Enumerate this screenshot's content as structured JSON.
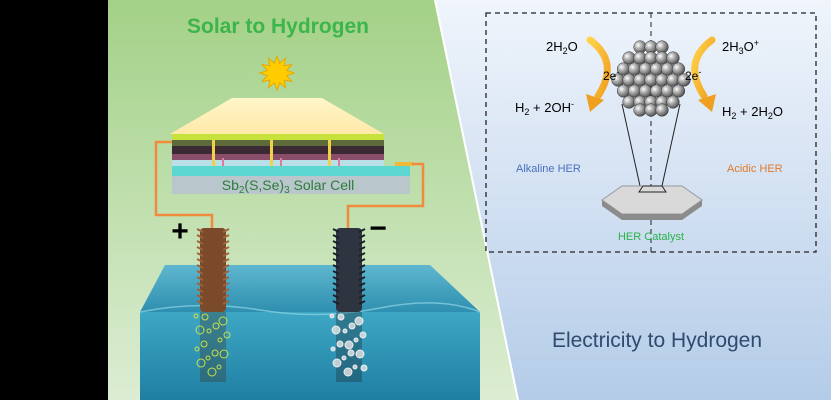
{
  "left_panel": {
    "title": "Solar to Hydrogen",
    "cell_label_prefix": "Sb",
    "cell_label_sub2": "2",
    "cell_label_mid": "(S,Se)",
    "cell_label_sub3": "3",
    "cell_label_suffix": " Solar Cell",
    "anode_sign": "+",
    "cathode_sign": "−"
  },
  "right_panel": {
    "title": "Electricity to Hydrogen",
    "inset": {
      "alkaline": {
        "reactant": "2H",
        "reactant_sub": "2",
        "reactant_end": "O",
        "electron": "2e",
        "electron_sup": "-",
        "product_a": "H",
        "product_a_sub": "2",
        "product_a_end": " + 2OH",
        "product_a_sup": "-",
        "label": "Alkaline HER"
      },
      "acidic": {
        "reactant": "2H",
        "reactant_sub": "3",
        "reactant_end": "O",
        "reactant_sup": "+",
        "electron": "2e",
        "electron_sup": "-",
        "product_a": "H",
        "product_a_sub": "2",
        "product_a_mid": " + 2H",
        "product_a_sub2": "2",
        "product_a_end": "O",
        "label": "Acidic HER"
      },
      "catalyst_label": "HER Catalyst"
    }
  },
  "colors": {
    "left_bg_top": "#a6d38a",
    "left_bg_bottom": "#d9ecd0",
    "right_bg_top": "#eef3fb",
    "right_bg_bottom": "#b8cfea",
    "solar_title": "#3cb54a",
    "electricity_title": "#2f4b6e",
    "alkaline": "#4a6fc1",
    "acidic": "#e07b2a",
    "catalyst": "#29b34a",
    "wire": "#f08a3c",
    "sun": "#ffcc00"
  }
}
